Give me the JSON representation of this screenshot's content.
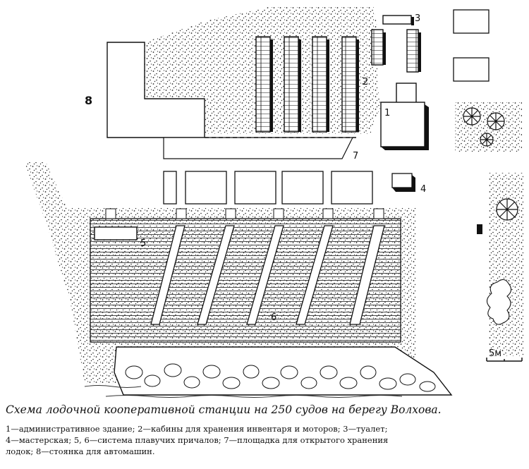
{
  "labels": {
    "l1": "1",
    "l2": "2",
    "l3": "3",
    "l4": "4",
    "l5": "5",
    "l6": "6",
    "l7": "7",
    "l8": "8"
  },
  "scale_label": "5м",
  "caption": {
    "title": "Схема лодочной кооперативной станции на 250 судов на берегу Волхова.",
    "legend_line1": "1—административное здание; 2—кабины для хранения инвентаря и моторов; 3—туалет;",
    "legend_line2": "4—мастерская; 5, 6—система плавучих причалов; 7—площадка для открытого хранения",
    "legend_line3": "лодок; 8—стоянка для автомашин."
  },
  "colors": {
    "ink": "#111111",
    "paper": "#ffffff"
  }
}
